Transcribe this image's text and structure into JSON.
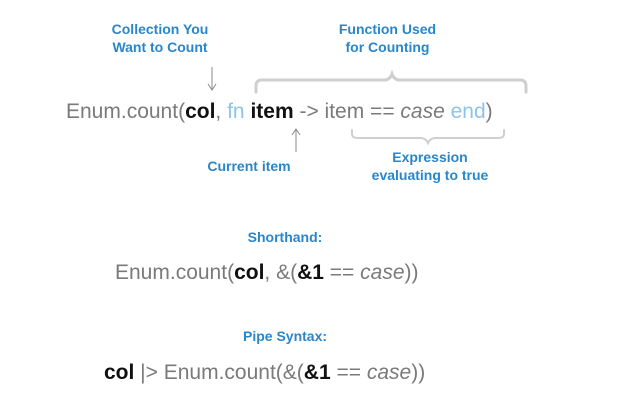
{
  "annotations": {
    "collection_label": "Collection You\nWant to Count",
    "function_label": "Function Used\nfor Counting",
    "current_item_label": "Current item",
    "expression_label": "Expression\nevaluating to true"
  },
  "main_expression": {
    "prefix": "Enum.count(",
    "col": "col",
    "comma": ", ",
    "fn": "fn",
    "item": "item",
    "arrow": " -> item == ",
    "case": "case",
    "end": "end",
    "close": ")"
  },
  "shorthand": {
    "heading": "Shorthand:",
    "prefix": "Enum.count(",
    "col": "col",
    "middle": ", &(",
    "arg": "&1",
    "eq": " == ",
    "case": "case",
    "close": "))"
  },
  "pipe": {
    "heading": "Pipe Syntax:",
    "col": "col",
    "middle": " |> Enum.count(&(",
    "arg": "&1",
    "eq": " == ",
    "case": "case",
    "close": "))"
  },
  "colors": {
    "annotation": "#2a86c9",
    "code_gray": "#7a7a7a",
    "code_bold": "#111111",
    "keyword": "#8cc4ea",
    "bracket": "#cfcfcf"
  }
}
